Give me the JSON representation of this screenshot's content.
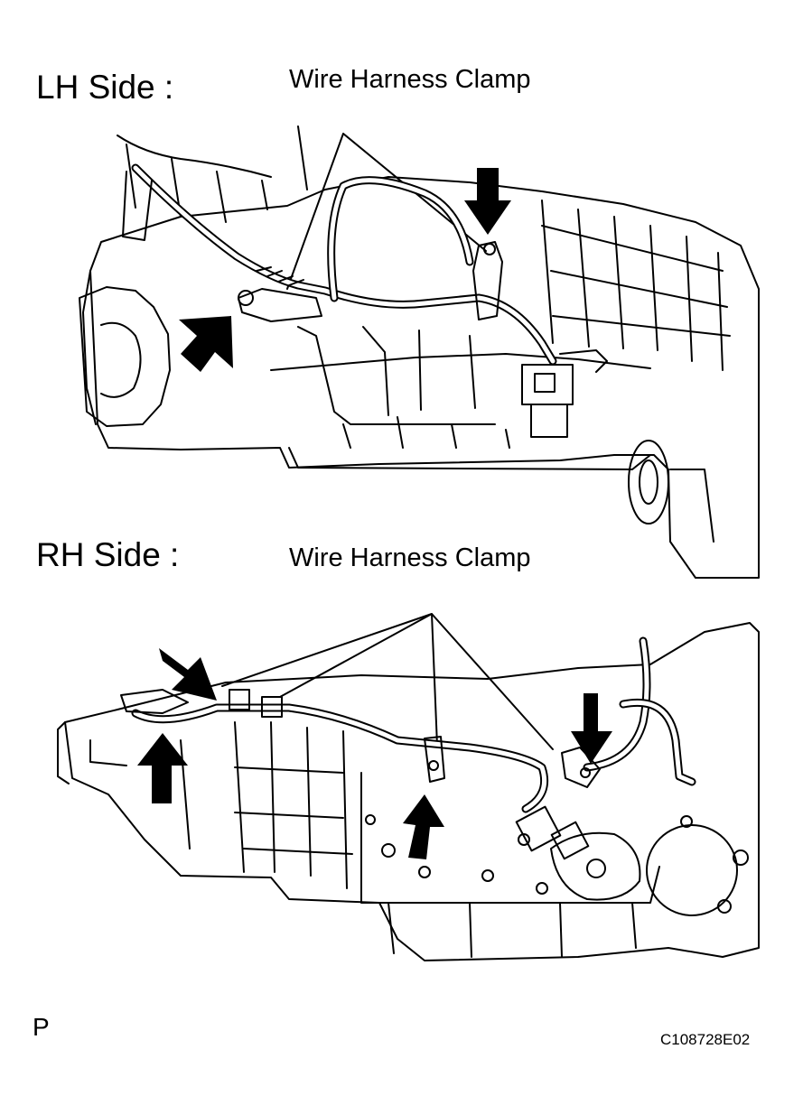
{
  "lh": {
    "title": "LH Side :",
    "callout": "Wire Harness Clamp"
  },
  "rh": {
    "title": "RH Side :",
    "callout": "Wire Harness Clamp"
  },
  "footer": {
    "corner_mark": "P",
    "figure_code": "C108728E02"
  },
  "colors": {
    "ink": "#000000",
    "paper": "#ffffff"
  }
}
